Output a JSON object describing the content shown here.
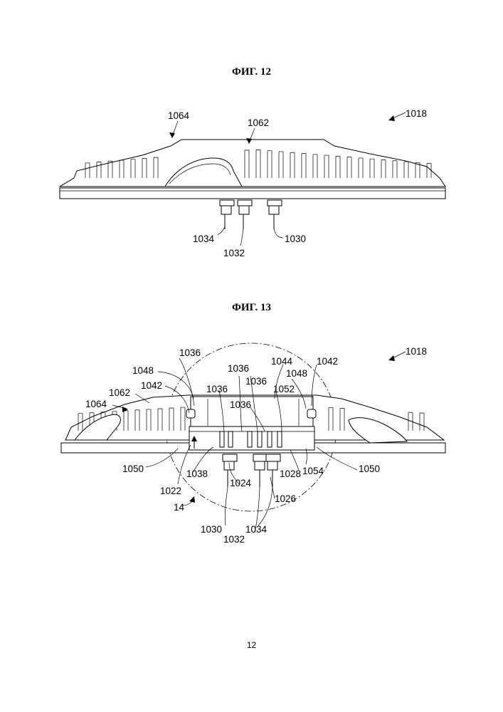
{
  "figures": [
    {
      "title": "ФИГ. 12",
      "labels": {
        "ref_1064": "1064",
        "ref_1062": "1062",
        "ref_1018": "1018",
        "ref_1034": "1034",
        "ref_1032": "1032",
        "ref_1030": "1030"
      }
    },
    {
      "title": "ФИГ. 13",
      "labels": {
        "ref_1018": "1018",
        "ref_1036_a": "1036",
        "ref_1044": "1044",
        "ref_1042_r": "1042",
        "ref_1048_l": "1048",
        "ref_1036_b": "1036",
        "ref_1036_c": "1036",
        "ref_1048_r": "1048",
        "ref_1062": "1062",
        "ref_1042_l": "1042",
        "ref_1036_d": "1036",
        "ref_1052": "1052",
        "ref_1064": "1064",
        "ref_1036_e": "1036",
        "ref_1050_l": "1050",
        "ref_1038": "1038",
        "ref_1028": "1028",
        "ref_1054": "1054",
        "ref_1050_r": "1050",
        "ref_1022": "1022",
        "ref_1024": "1024",
        "ref_1026": "1026",
        "ref_14": "14",
        "ref_1030": "1030",
        "ref_1034": "1034",
        "ref_1032": "1032"
      }
    }
  ],
  "page_number": "12"
}
